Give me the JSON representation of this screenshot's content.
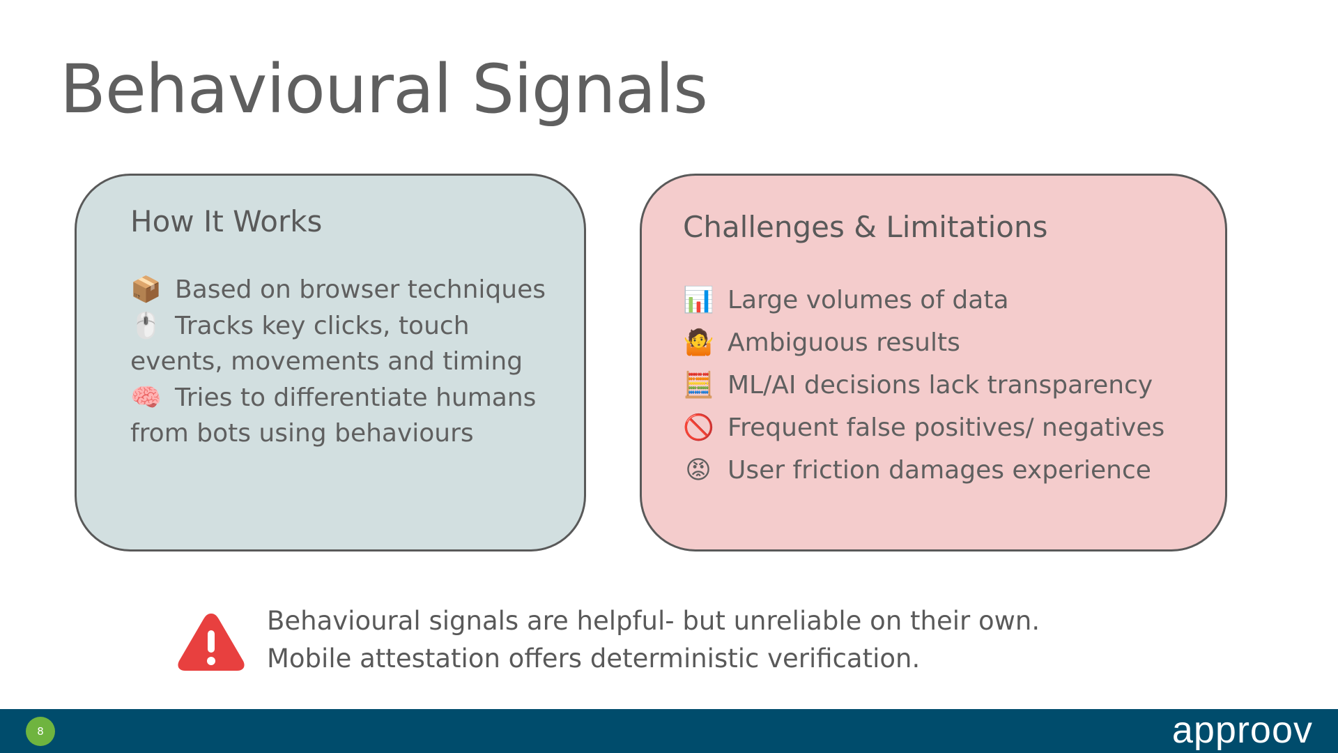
{
  "title": "Behavioural Signals",
  "how_it_works": {
    "heading": "How It Works",
    "items": [
      {
        "icon": "package-emoji",
        "glyph": "📦",
        "text": "Based on browser techniques"
      },
      {
        "icon": "mouse-emoji",
        "glyph": "🖱️",
        "text": "Tracks key clicks,  touch events, movements and timing"
      },
      {
        "icon": "brain-emoji",
        "glyph": "🧠",
        "text": "Tries to differentiate humans from bots using behaviours"
      }
    ]
  },
  "challenges": {
    "heading": "Challenges & Limitations",
    "items": [
      {
        "icon": "bar-chart-emoji",
        "glyph": "📊",
        "text": "Large volumes of data"
      },
      {
        "icon": "shrug-emoji",
        "glyph": "🤷",
        "text": "Ambiguous results"
      },
      {
        "icon": "abacus-emoji",
        "glyph": "🧮",
        "text": "ML/AI decisions lack transparency"
      },
      {
        "icon": "prohibited-emoji",
        "glyph": "🚫",
        "text": "Frequent false positives/ negatives"
      },
      {
        "icon": "angry-face-emoji",
        "glyph": "😡",
        "text": "User friction damages experience"
      }
    ]
  },
  "note": {
    "line1": "Behavioural signals are helpful- but unreliable on their own.",
    "line2": "Mobile attestation offers deterministic verification."
  },
  "footer": {
    "page_number": "8",
    "logo": "approov"
  },
  "colors": {
    "left_card": "#d2dfe0",
    "right_card": "#f4cccc",
    "footer": "#004c6c",
    "page_badge": "#6fb43f",
    "warning": "#e8403f"
  }
}
